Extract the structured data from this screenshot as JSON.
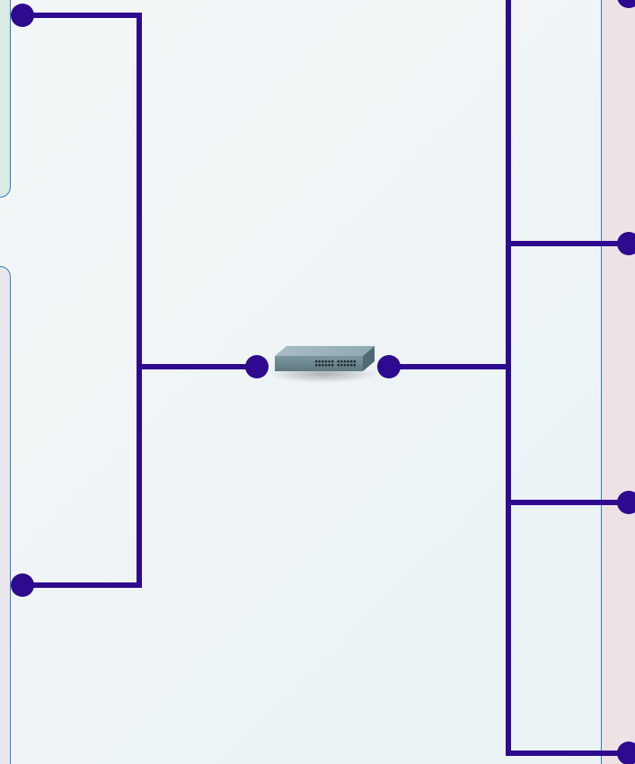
{
  "diagram": {
    "type": "network-topology",
    "central_device": {
      "icon": "network-switch-icon",
      "ports": 24
    },
    "colors": {
      "wire": "#2e0a8f",
      "left_group_top": "#d9ebe3",
      "left_group_bottom": "#eae8ee",
      "right_group": "#ede3e6",
      "group_border": "#2f7dbf",
      "switch_body": "#6e8a93",
      "background": "#eef4f6"
    },
    "left_bus_endpoints": 2,
    "right_bus_endpoints": 4
  }
}
